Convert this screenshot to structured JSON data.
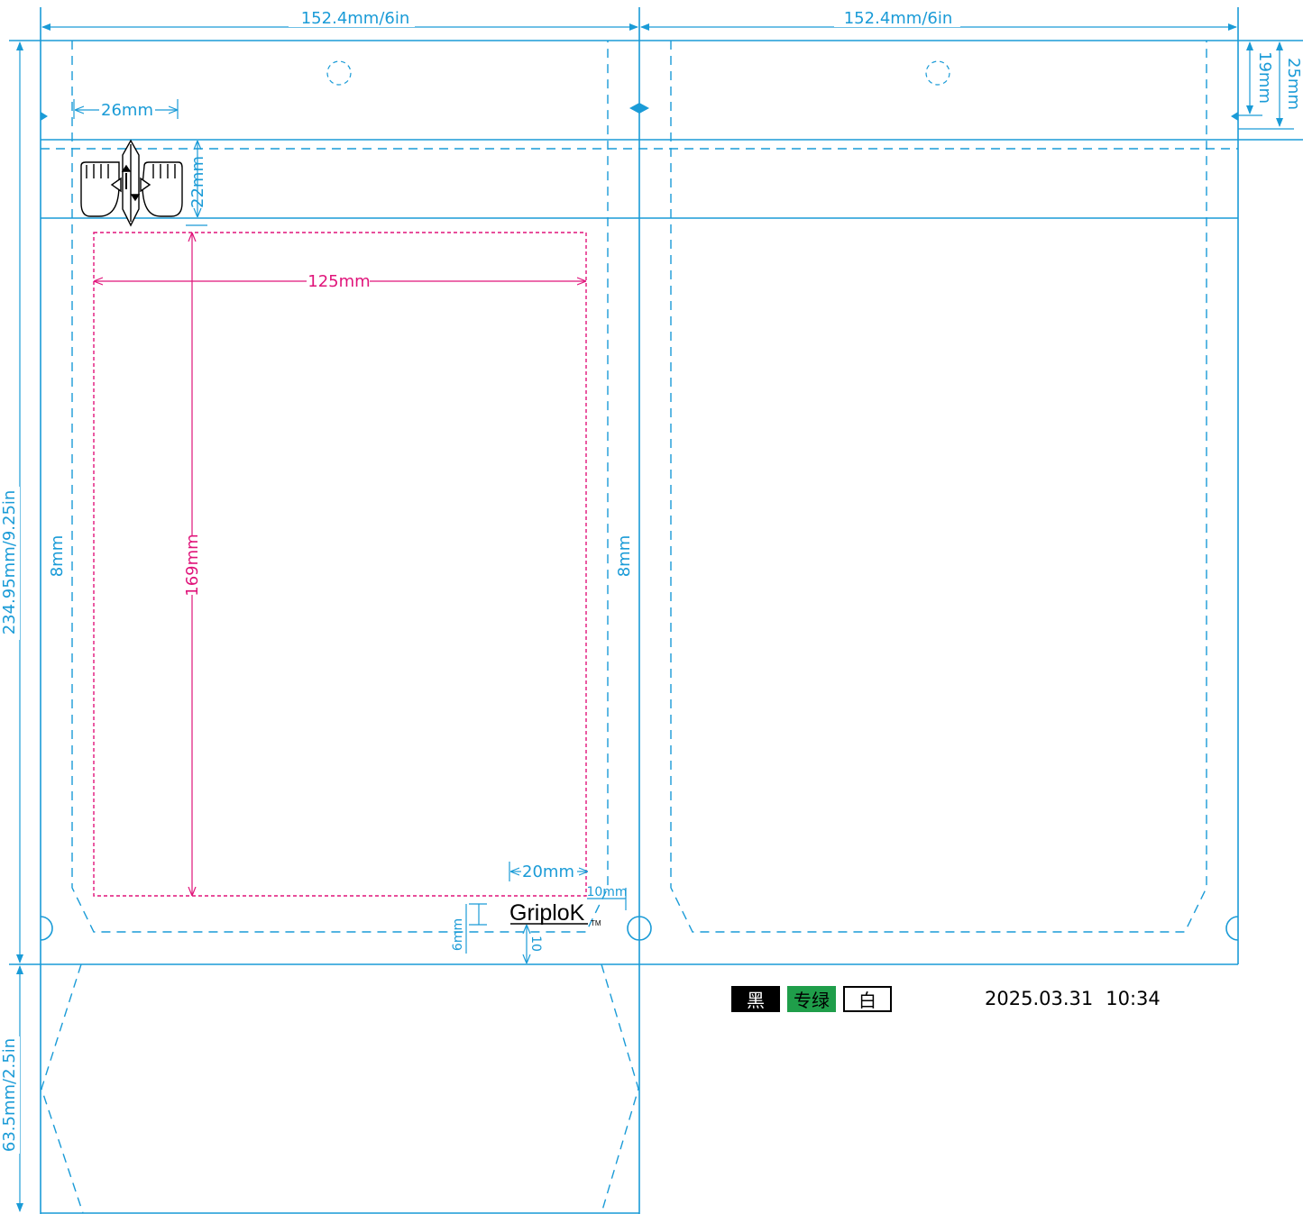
{
  "dims": {
    "panel_width_left": "152.4mm/6in",
    "panel_width_right": "152.4mm/6in",
    "total_height": "234.95mm/9.25in",
    "gusset_height": "63.5mm/2.5in",
    "top_19": "19mm",
    "top_25": "25mm",
    "hang_offset": "26mm",
    "zipper_band": "22mm",
    "print_width": "125mm",
    "print_height": "169mm",
    "side_seal_left": "8mm",
    "side_seal_right": "8mm",
    "logo_offset_20": "20mm",
    "logo_offset_10mm": "10mm",
    "logo_bottom_6": "6mm",
    "logo_bottom_10": "10"
  },
  "logo": {
    "name": "GriploK",
    "tm": "TM"
  },
  "legend": [
    {
      "label": "黑",
      "color": "#000000"
    },
    {
      "label": "专绿",
      "color": "#1f9e4a"
    },
    {
      "label": "白",
      "color": "#ffffff"
    }
  ],
  "stamp": {
    "date": "2025.03.31",
    "time": "10:34"
  },
  "colors": {
    "dieline": "#1a9bd7",
    "print_area": "#e0147a"
  },
  "icons": {
    "zipper": "hands-tear-zipper-icon",
    "hang_hole": "hang-hole-icon"
  }
}
